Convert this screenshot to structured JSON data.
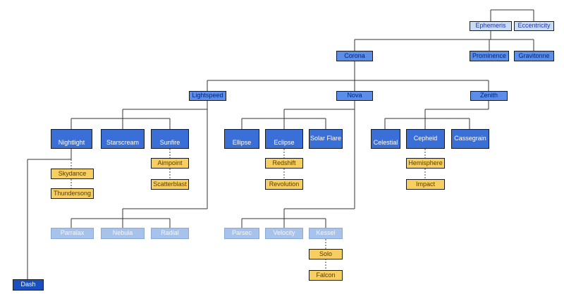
{
  "colors": {
    "light_blue": "#c9dcf6",
    "light_text": "#2233aa",
    "mid_blue": "#5a8ee8",
    "mid_text": "#0a1a7a",
    "dark_blue": "#3b6fd8",
    "dark_text": "#ffffff",
    "pale_blue": "#a7c3ec",
    "pale_text": "#f4f8ff",
    "gold": "#f7cf60",
    "gold_text": "#5a3a00",
    "navy": "#1a4fbf"
  },
  "nodes": {
    "ephemeris": "Ephemeris",
    "eccentricity": "Eccentricity",
    "corona": "Corona",
    "prominence": "Prominence",
    "gravitonne": "Gravitonne",
    "lightspeed": "Lightspeed",
    "nova": "Nova",
    "zenith": "Zenith",
    "nightlight": "Nightlight",
    "starscream": "Starscream",
    "sunfire": "Sunfire",
    "ellipse": "Ellipse",
    "eclipse": "Eclipse",
    "solar_flare": "Solar Flare",
    "celestial": "Celestial",
    "cepheid": "Cepheid",
    "cassegrain": "Cassegrain",
    "skydance": "Skydance",
    "thundersong": "Thundersong",
    "aimpoint": "Aimpoint",
    "scatterblast": "Scatterblast",
    "redshift": "Redshift",
    "revolution": "Revolution",
    "hemisphere": "Hemisphere",
    "impact": "Impact",
    "parralax": "Parralax",
    "nebula": "Nebula",
    "radial": "Radial",
    "parsec": "Parsec",
    "velocity": "Velocity",
    "kessel": "Kessel",
    "solo": "Solo",
    "falcon": "Falcon",
    "dash": "Dash"
  }
}
